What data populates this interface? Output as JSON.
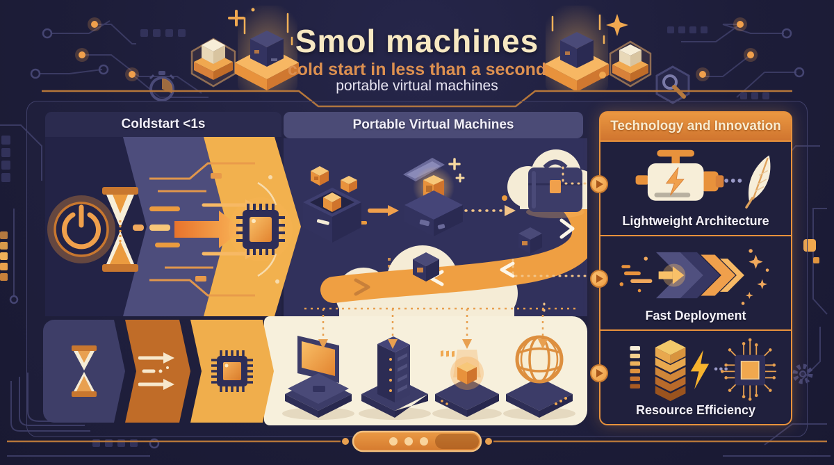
{
  "header": {
    "title": "Smol machines",
    "subtitle": "cold start in less than a second",
    "tagline": "portable virtual machines",
    "decor_icons": [
      "hex-cube-icon",
      "cube-pedestal-icon",
      "sparkle-icon",
      "stopwatch-icon",
      "hex-magnifier-icon"
    ]
  },
  "panels": {
    "coldstart": {
      "title": "Coldstart <1s",
      "icons": [
        "power-icon",
        "hourglass-icon",
        "speed-arrows-icon",
        "chip-icon"
      ]
    },
    "portable": {
      "title": "Portable Virtual Machines",
      "icons": [
        "crate-cubes-icon",
        "arrow-icon",
        "open-chest-cube-icon",
        "cloud-briefcase-icon",
        "delivery-road-icon",
        "cloud-icon",
        "cube-icon"
      ]
    },
    "technology": {
      "title": "Technology and Innovation",
      "items": [
        {
          "label": "Lightweight Architecture",
          "icons": [
            "engine-icon",
            "feather-icon"
          ]
        },
        {
          "label": "Fast Deployment",
          "icons": [
            "fast-chevrons-icon",
            "sparkles-icon"
          ]
        },
        {
          "label": "Resource Efficiency",
          "icons": [
            "layer-stack-icon",
            "lightning-icon",
            "circuit-chip-icon"
          ]
        }
      ]
    }
  },
  "bottom_flow": {
    "steps": [
      "hourglass-icon",
      "speed-arrows-icon",
      "chip-icon"
    ],
    "targets": [
      "laptop-icon",
      "server-icon",
      "chip-board-icon",
      "globe-device-icon"
    ]
  },
  "footer": {
    "progress_dots": 3
  },
  "colors": {
    "background": "#1d1d39",
    "accent_orange": "#e8923c",
    "band_yellow": "#f2b14e",
    "cream": "#f5ecd6",
    "slate": "#4d4d7c",
    "navy": "#2e2e58"
  }
}
